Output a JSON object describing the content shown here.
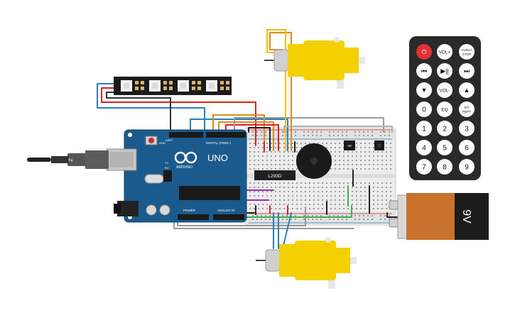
{
  "arduino": {
    "brand": "ARDUINO",
    "model": "UNO",
    "header_digital": "DIGITAL (PWM~)",
    "header_power": "POWER",
    "header_analog": "ANALOG IN",
    "label_tx": "TX",
    "label_rx": "RX",
    "label_aref": "AREF",
    "label_gnd": "GND"
  },
  "motor_driver": {
    "label": "L293D"
  },
  "battery": {
    "label": "9V"
  },
  "remote": {
    "buttons": [
      {
        "label": "⏻",
        "type": "power"
      },
      {
        "label": "VOL+",
        "type": "text"
      },
      {
        "label": "FUNC/STOP",
        "type": "text"
      },
      {
        "label": "⏮",
        "type": "icon"
      },
      {
        "label": "▶||",
        "type": "icon"
      },
      {
        "label": "⏭",
        "type": "icon"
      },
      {
        "label": "▼",
        "type": "icon"
      },
      {
        "label": "VOL-",
        "type": "text"
      },
      {
        "label": "▲",
        "type": "icon"
      },
      {
        "label": "0",
        "type": "digit"
      },
      {
        "label": "EQ",
        "type": "text"
      },
      {
        "label": "ST/REPT",
        "type": "text"
      },
      {
        "label": "1",
        "type": "digit"
      },
      {
        "label": "2",
        "type": "digit"
      },
      {
        "label": "3",
        "type": "digit"
      },
      {
        "label": "4",
        "type": "digit"
      },
      {
        "label": "5",
        "type": "digit"
      },
      {
        "label": "6",
        "type": "digit"
      },
      {
        "label": "7",
        "type": "digit"
      },
      {
        "label": "8",
        "type": "digit"
      },
      {
        "label": "9",
        "type": "digit"
      }
    ]
  },
  "colors": {
    "arduino_blue": "#1b5a8c",
    "motor_yellow": "#f5d000",
    "battery_orange": "#c8722d",
    "breadboard": "#ececec",
    "remote_body": "#2a2a2a",
    "wire_red": "#e02020",
    "wire_blue": "#2a7fbf",
    "wire_orange": "#e08a1a",
    "wire_yellow": "#f0c000",
    "wire_green": "#39b54a",
    "wire_purple": "#9b2fae",
    "wire_gray": "#8a8a8a",
    "wire_black": "#222222"
  }
}
